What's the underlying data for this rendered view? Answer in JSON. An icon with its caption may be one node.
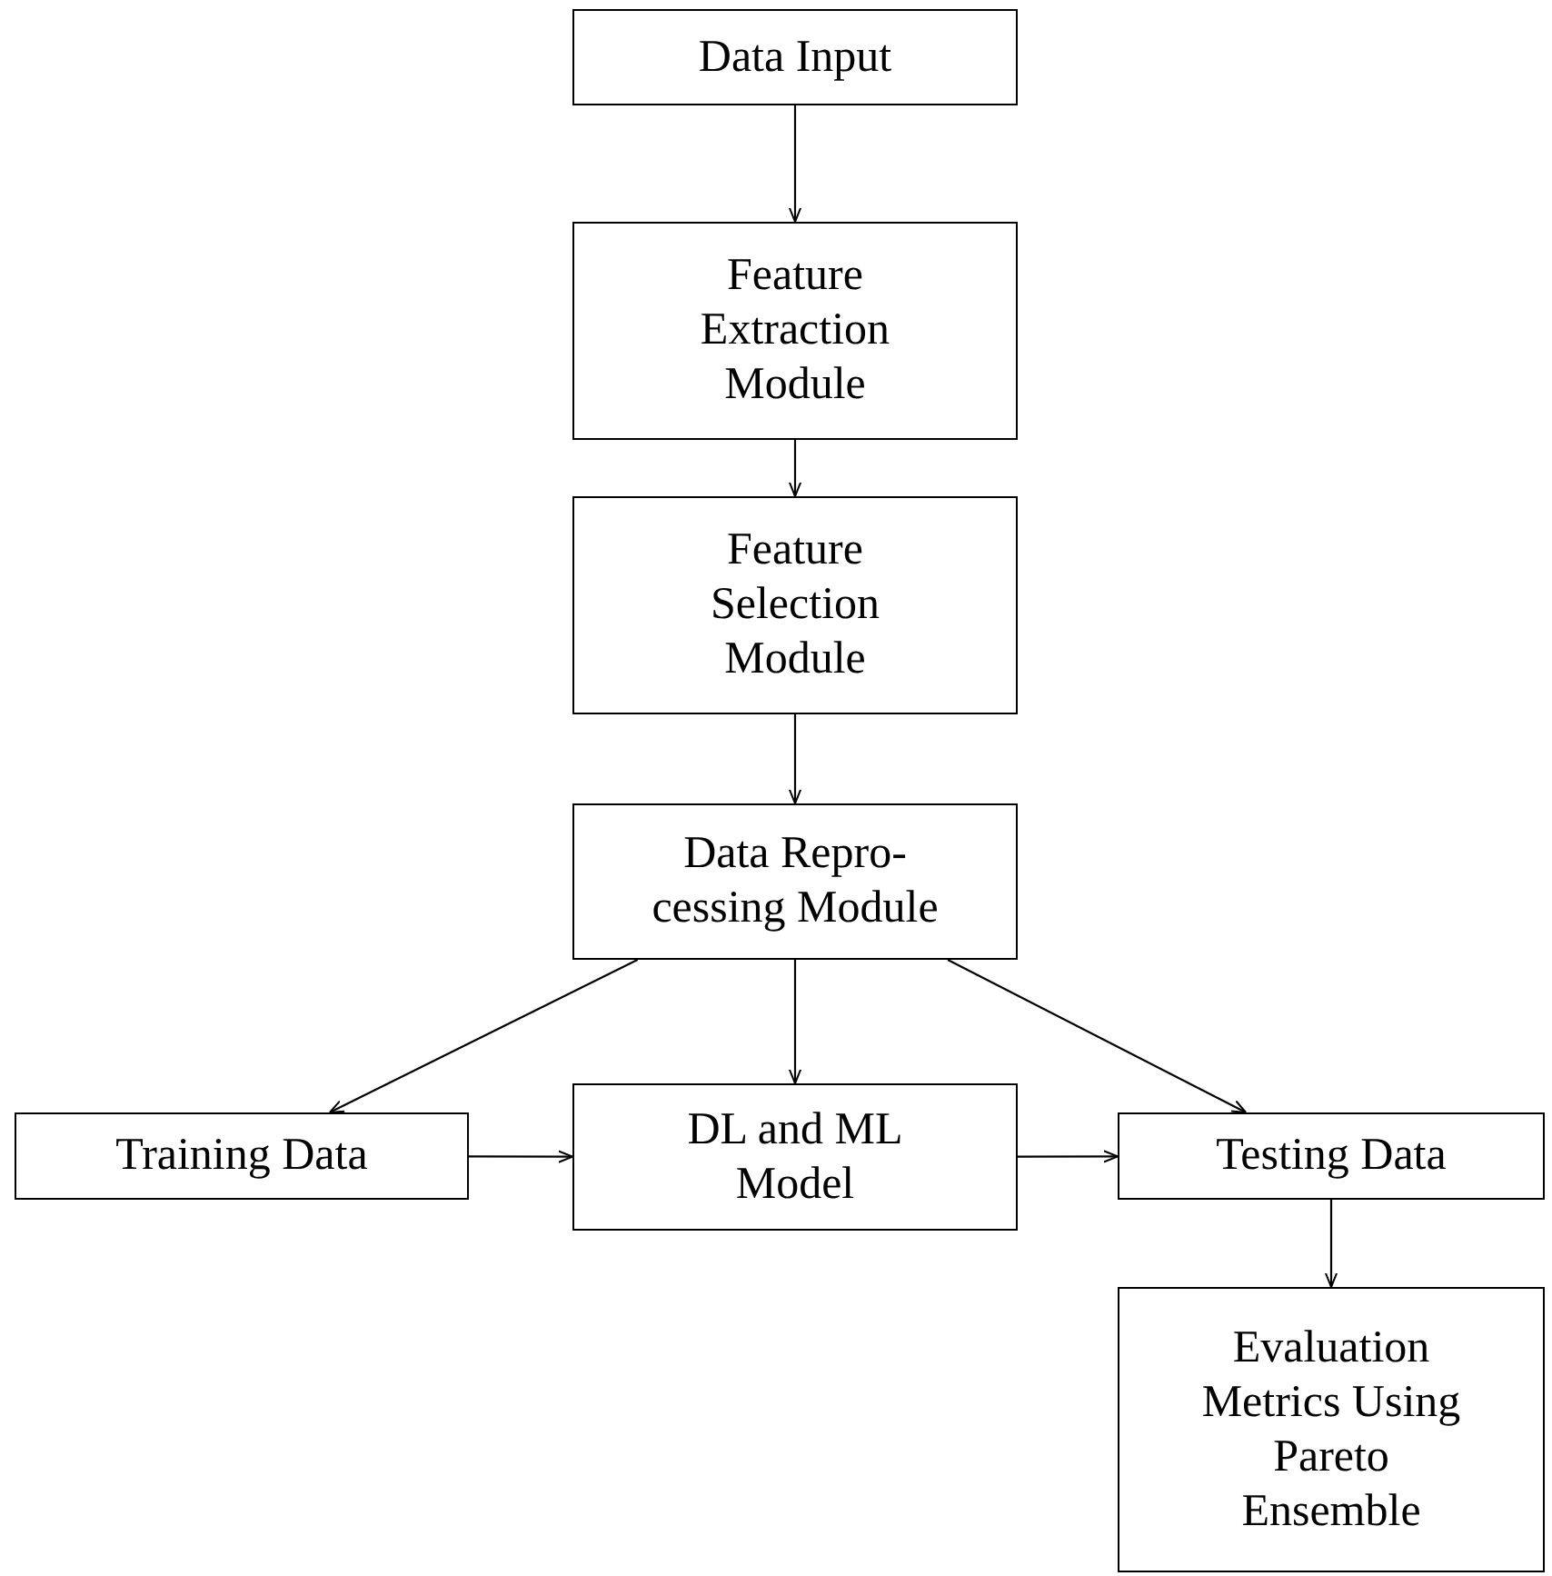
{
  "diagram": {
    "nodes": [
      {
        "text": [
          "Data Input"
        ]
      },
      {
        "text": [
          "Feature Extraction Module"
        ]
      },
      {
        "text": [
          "Feature Selection Module"
        ]
      },
      {
        "text": [
          "Data Repro-cessing Module"
        ]
      },
      {
        "text": [
          "Training Data"
        ]
      },
      {
        "text": [
          "DL and ML Model"
        ]
      },
      {
        "text": [
          "Testing Data"
        ]
      },
      {
        "text": [
          "Evaluation Metrics Using Pareto Ensemble"
        ]
      }
    ],
    "edges": [
      {
        "from": 0,
        "to": 1,
        "arrow": "to"
      },
      {
        "from": 1,
        "to": 2,
        "arrow": "to"
      },
      {
        "from": 2,
        "to": 3,
        "arrow": "to"
      },
      {
        "from": 3,
        "to": 4,
        "arrow": "to"
      },
      {
        "from": 3,
        "to": 5,
        "arrow": "to"
      },
      {
        "from": 3,
        "to": 6,
        "arrow": "to"
      },
      {
        "from": 4,
        "to": 5,
        "arrow": "to"
      },
      {
        "from": 5,
        "to": 6,
        "arrow": "to"
      },
      {
        "from": 6,
        "to": 7,
        "arrow": "to"
      }
    ]
  }
}
